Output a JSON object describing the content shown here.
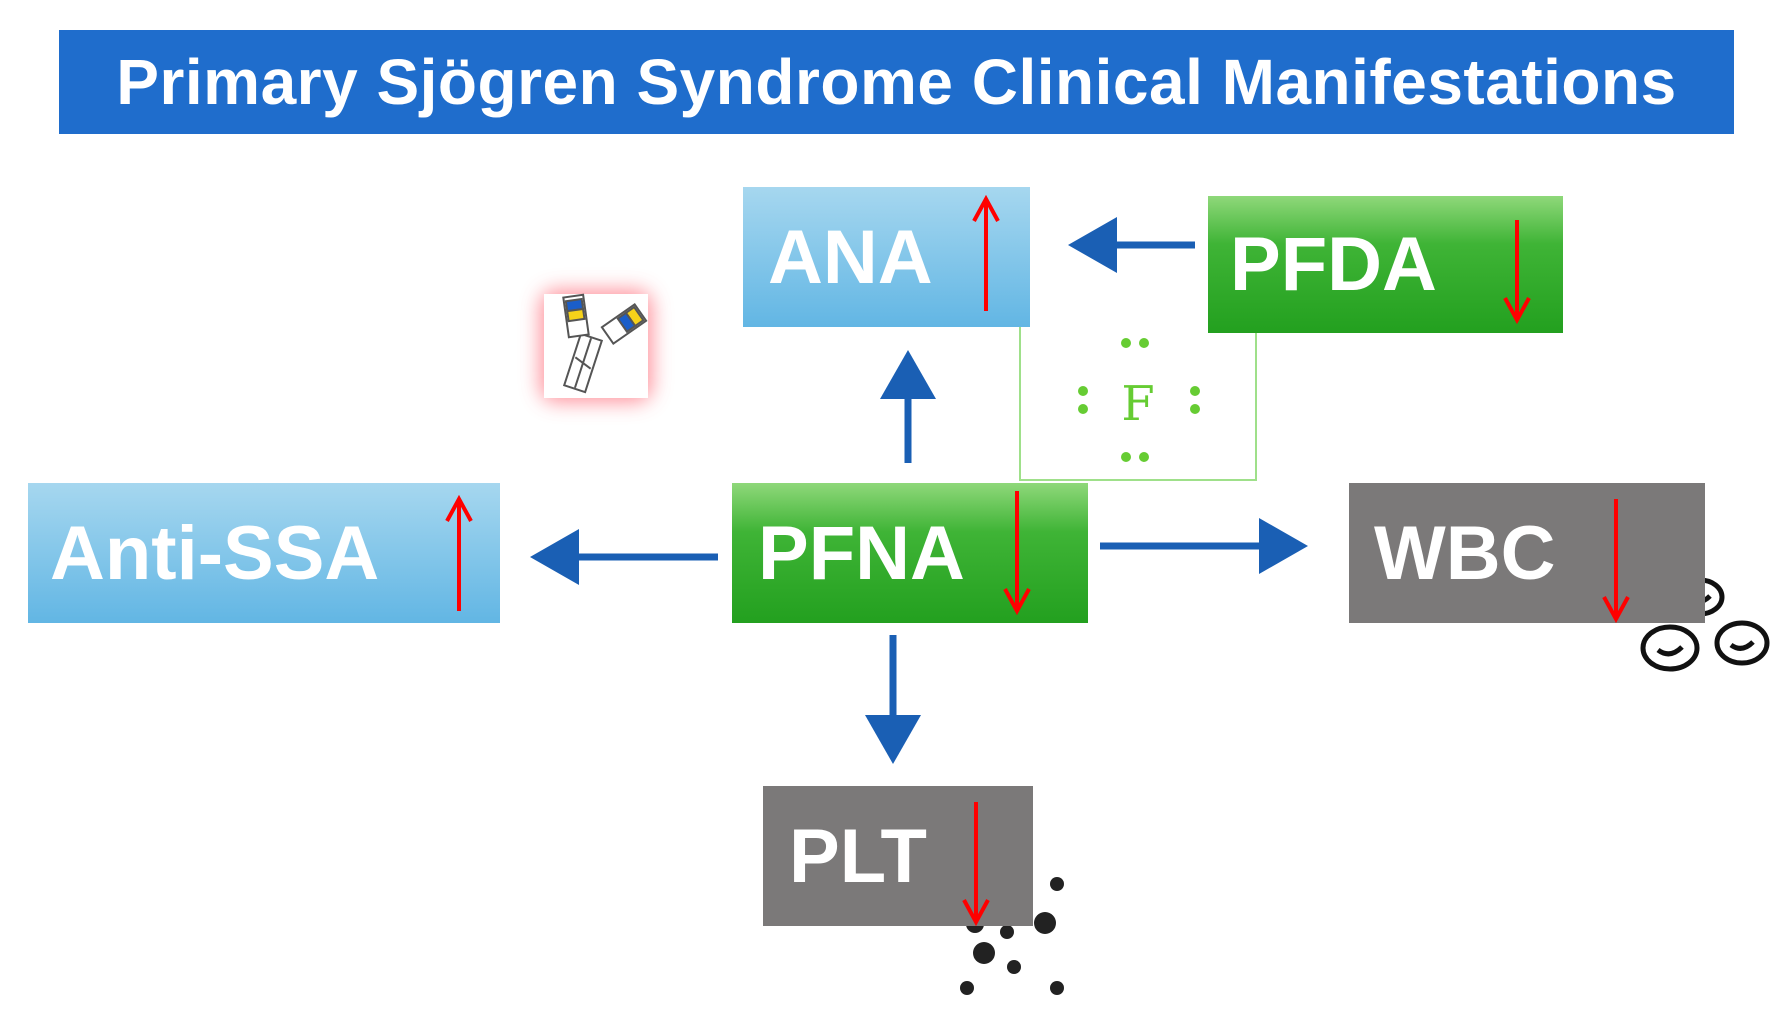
{
  "title": "Primary Sjögren Syndrome Clinical Manifestations",
  "nodes": {
    "ana": {
      "label": "ANA",
      "trend": "up"
    },
    "pfda": {
      "label": "PFDA",
      "trend": "down"
    },
    "anti_ssa": {
      "label": "Anti-SSA",
      "trend": "up"
    },
    "pfna": {
      "label": "PFNA",
      "trend": "down"
    },
    "wbc": {
      "label": "WBC",
      "trend": "down"
    },
    "plt": {
      "label": "PLT",
      "trend": "down"
    }
  },
  "fluorine_symbol": "F",
  "edges": [
    {
      "from": "pfda",
      "to": "ana"
    },
    {
      "from": "pfna",
      "to": "ana"
    },
    {
      "from": "pfna",
      "to": "anti_ssa"
    },
    {
      "from": "pfna",
      "to": "wbc"
    },
    {
      "from": "pfna",
      "to": "plt"
    }
  ],
  "colors": {
    "title_bg": "#1f6dcc",
    "edge_arrow": "#1a5fb4",
    "trend_arrow": "#ff0000",
    "immune_node": "#62b6e4",
    "pfas_node": "#2aa826",
    "blood_node": "#7b7979",
    "fluorine_structure": "#66cc33"
  },
  "icons": [
    "antibody-icon",
    "white-blood-cells-icon",
    "platelets-icon",
    "fluorine-lewis-structure"
  ]
}
